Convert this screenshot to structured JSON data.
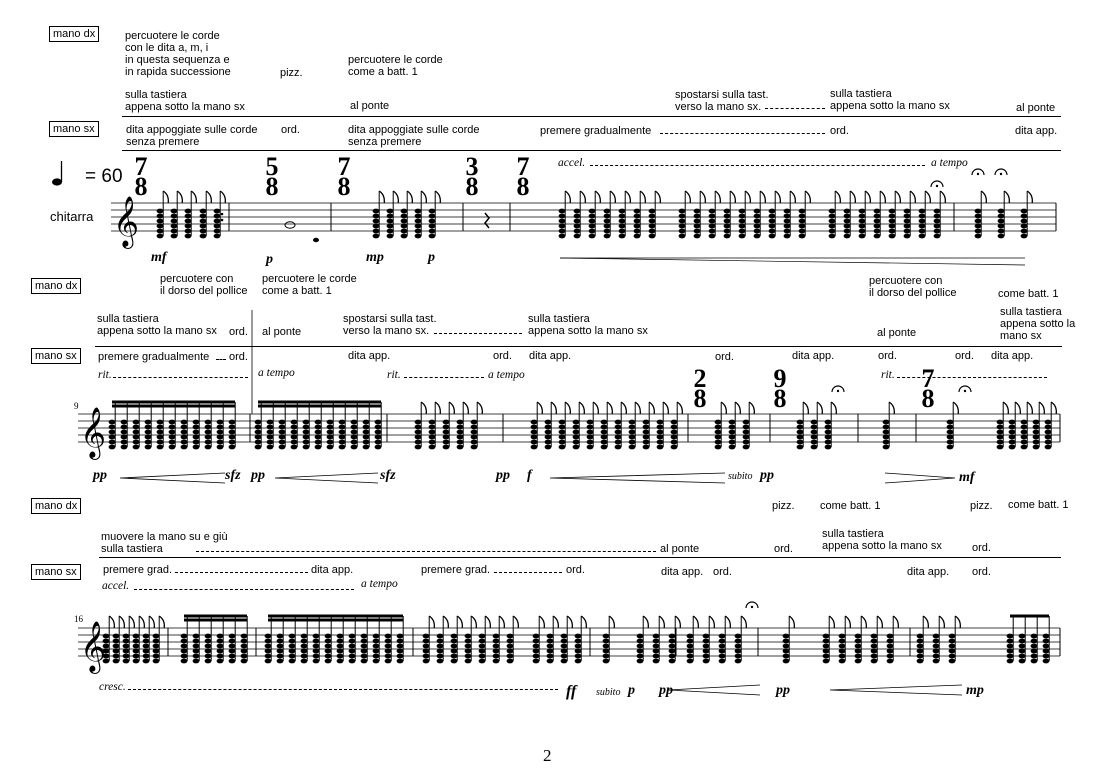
{
  "page_number": "2",
  "tempo": {
    "marking": "= 60"
  },
  "instrument": "chitarra",
  "measure_numbers": {
    "system2": "9",
    "system3": "16"
  },
  "hand_boxes": {
    "dx": "mano dx",
    "sx": "mano sx"
  },
  "system1": {
    "dx_block1": "percuotere le corde\ncon le dita a, m, i\nin questa sequenza e\nin rapida successione",
    "dx_pizz": "pizz.",
    "dx_block2": "percuotere le corde\ncome a batt. 1",
    "dx_line_a": "sulla tastiera\nappena sotto la mano sx",
    "dx_al_ponte1": "al ponte",
    "dx_spostarsi": "spostarsi sulla tast.\nverso la mano sx.",
    "dx_sulla2": "sulla tastiera\nappena sotto la mano sx",
    "dx_al_ponte2": "al ponte",
    "sx_block1": "dita appoggiate sulle corde\nsenza premere",
    "sx_ord1": "ord.",
    "sx_block2": "dita appoggiate sulle corde\nsenza premere",
    "sx_premere": "premere gradualmente",
    "sx_ord2": "ord.",
    "sx_dita_app": "dita app.",
    "accel": "accel.",
    "a_tempo": "a tempo",
    "time_sigs": [
      [
        "7",
        "8"
      ],
      [
        "5",
        "8"
      ],
      [
        "7",
        "8"
      ],
      [
        "3",
        "8"
      ],
      [
        "7",
        "8"
      ]
    ],
    "dynamics": [
      "mf",
      "p",
      "mp",
      "p"
    ]
  },
  "system2": {
    "dx_percuotere_dorso": "percuotere con\nil dorso del pollice",
    "dx_percuotere_batt": "percuotere le corde\ncome a batt. 1",
    "dx_percuotere_dorso2": "percuotere con\nil dorso del pollice",
    "dx_come_batt": "come batt. 1",
    "dx_sulla1": "sulla tastiera\nappena sotto la mano sx",
    "dx_ord": "ord.",
    "dx_al_ponte1": "al ponte",
    "dx_spostarsi": "spostarsi sulla tast.\nverso la mano sx.",
    "dx_sulla2": "sulla tastiera\nappena sotto la mano sx",
    "dx_al_ponte2": "al ponte",
    "dx_sulla3": "sulla tastiera\nappena sotto la\nmano sx",
    "sx_premere": "premere gradualmente",
    "sx_ord1": "ord.",
    "sx_dita_app1": "dita app.",
    "sx_ord2": "ord.",
    "sx_dita_app2": "dita app.",
    "sx_ord3": "ord.",
    "sx_dita_app3": "dita app.",
    "sx_ord4": "ord.",
    "sx_ord5": "ord.",
    "sx_dita_app4": "dita app.",
    "rit1": "rit.",
    "a_tempo1": "a tempo",
    "rit2": "rit.",
    "a_tempo2": "a tempo",
    "rit3": "rit.",
    "time_sigs": [
      [
        "2",
        "8"
      ],
      [
        "9",
        "8"
      ],
      [
        "7",
        "8"
      ]
    ],
    "dynamics": [
      "pp",
      "sfz",
      "pp",
      "sfz",
      "pp",
      "f",
      "pp",
      "mf"
    ],
    "subito": "subito"
  },
  "system3": {
    "dx_muovere": "muovere la mano su e giù\nsulla tastiera",
    "dx_al_ponte": "al ponte",
    "dx_ord1": "ord.",
    "dx_pizz1": "pizz.",
    "dx_come_batt1": "come batt. 1",
    "dx_sulla": "sulla tastiera\nappena sotto la mano sx",
    "dx_pizz2": "pizz.",
    "dx_come_batt2": "come batt. 1",
    "dx_ord2": "ord.",
    "sx_premere1": "premere grad.",
    "sx_dita_app1": "dita app.",
    "sx_premere2": "premere grad.",
    "sx_ord1": "ord.",
    "sx_dita_app2": "dita app.",
    "sx_ord2": "ord.",
    "sx_dita_app3": "dita app.",
    "sx_ord3": "ord.",
    "accel": "accel.",
    "a_tempo": "a tempo",
    "cresc": "cresc.",
    "subito": "subito",
    "dynamics": [
      "ff",
      "p",
      "pp",
      "pp",
      "mp"
    ]
  }
}
